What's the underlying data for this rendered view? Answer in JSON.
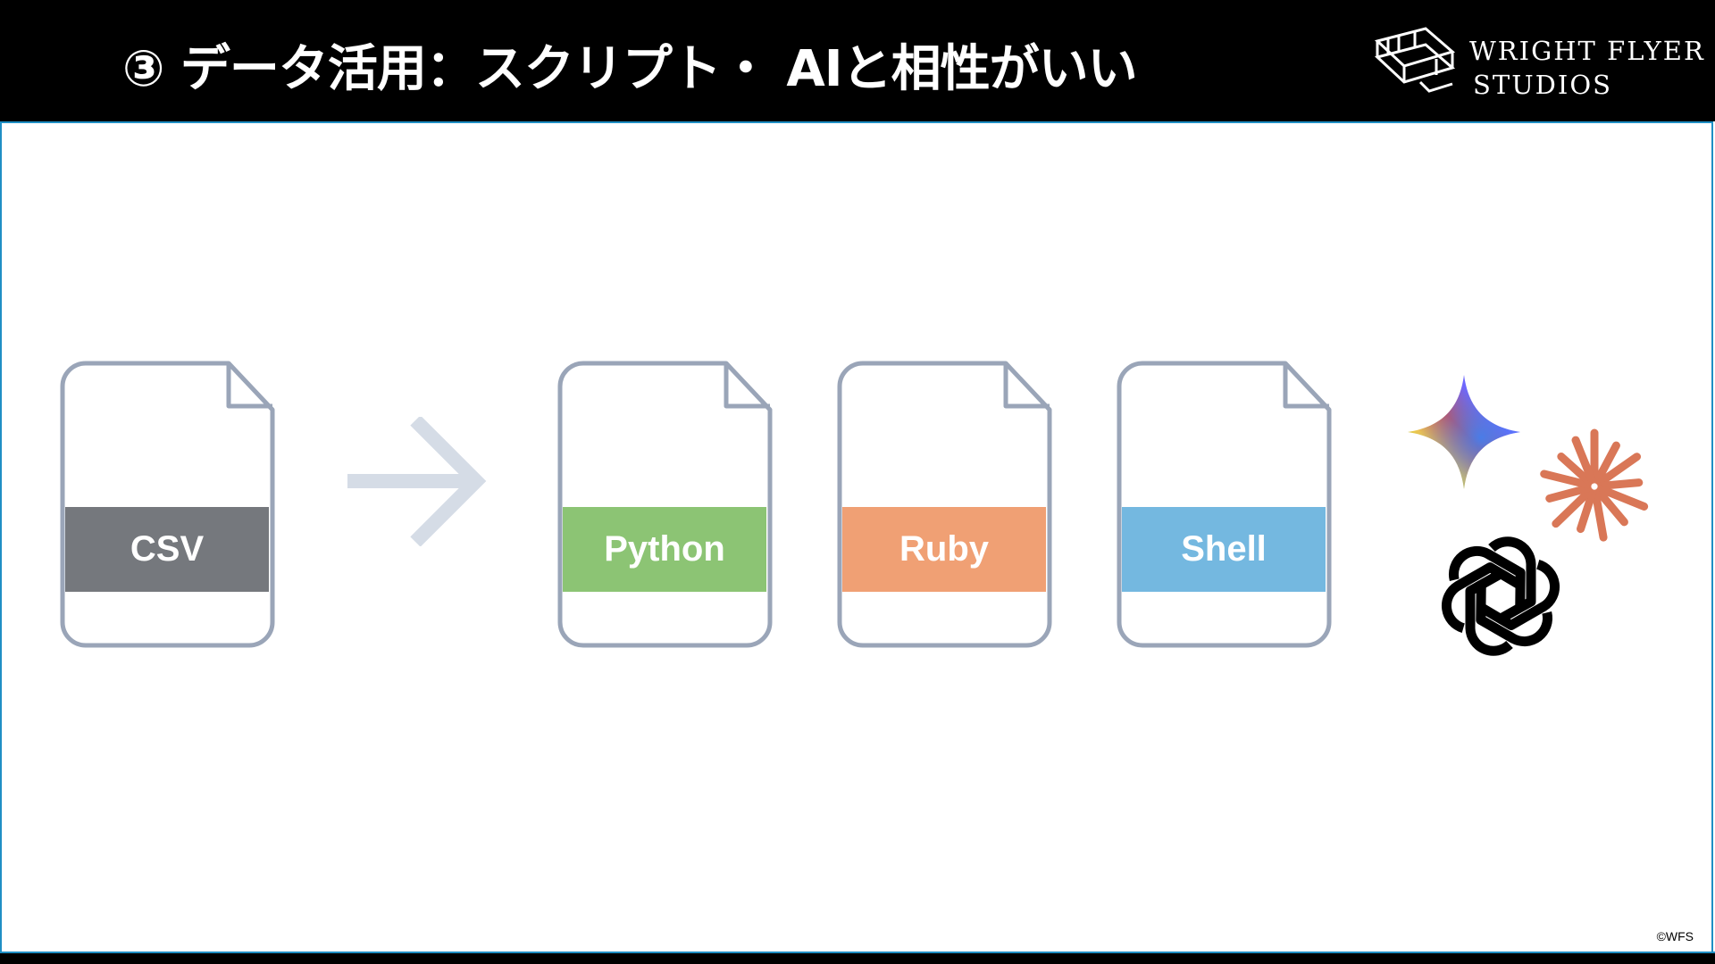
{
  "slide": {
    "title": "③ データ活用：スクリプト・ AIと相性がいい",
    "logo": {
      "line1": "WRIGHT FLYER",
      "line2": "STUDIOS"
    },
    "copyright": "©WFS"
  },
  "diagram": {
    "source_file": {
      "label": "CSV",
      "color": "#75787d"
    },
    "arrow_icon": "right-arrow-icon",
    "script_files": [
      {
        "label": "Python",
        "color": "#8cc474"
      },
      {
        "label": "Ruby",
        "color": "#f0a074"
      },
      {
        "label": "Shell",
        "color": "#74b8e0"
      }
    ],
    "ai_icons": [
      "gemini-icon",
      "claude-icon",
      "openai-icon"
    ],
    "file_outline_color": "#9aa5b8",
    "arrow_color": "#d5dce6"
  }
}
